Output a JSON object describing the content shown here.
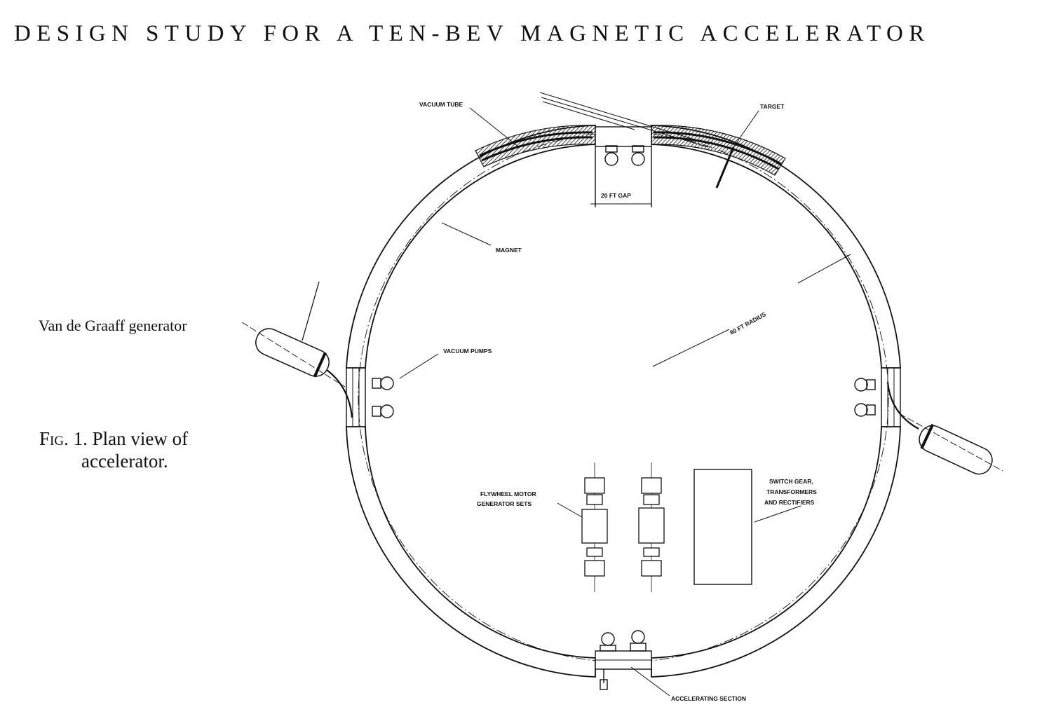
{
  "title": "DESIGN STUDY FOR A TEN-BEV MAGNETIC ACCELERATOR",
  "figure": {
    "caption_prefix": "Fig. 1.",
    "caption_line1": "Plan view of",
    "caption_line2": "accelerator.",
    "side_label": "Van de Graaff generator",
    "labels": {
      "vacuum_tube": "VACUUM TUBE",
      "target": "TARGET",
      "gap": "20 FT GAP",
      "magnet": "MAGNET",
      "radius": "80 FT RADIUS",
      "vacuum_pumps": "VACUUM PUMPS",
      "flywheel_line1": "FLYWHEEL MOTOR",
      "flywheel_line2": "GENERATOR SETS",
      "switch_line1": "SWITCH GEAR,",
      "switch_line2": "TRANSFORMERS",
      "switch_line3": "AND RECTIFIERS",
      "accelerating": "ACCELERATING SECTION"
    }
  }
}
